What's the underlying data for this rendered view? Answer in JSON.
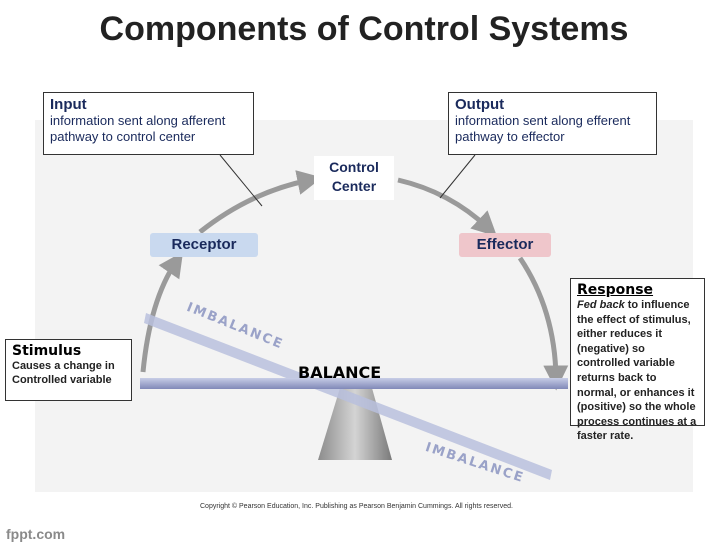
{
  "title": "Components of Control Systems",
  "input": {
    "heading": "Input",
    "text": "information sent along afferent pathway to control center"
  },
  "output": {
    "heading": "Output",
    "text": "information sent along efferent pathway to effector"
  },
  "control_center": {
    "line1": "Control",
    "line2": "Center"
  },
  "receptor": "Receptor",
  "effector": "Effector",
  "stimulus": {
    "heading": "Stimulus",
    "text": "Causes a change in Controlled variable"
  },
  "response": {
    "heading": "Response",
    "emph": "Fed back",
    "text": " to influence the effect of stimulus, either reduces it (negative) so controlled variable returns back to normal, or enhances it (positive) so the whole process continues at a faster rate."
  },
  "balance": "BALANCE",
  "imbalance_top": "IMBALANCE",
  "imbalance_bottom": "IMBALANCE",
  "copyright": "Copyright © Pearson Education, Inc. Publishing as Pearson Benjamin Cummings. All rights reserved.",
  "watermark": "fppt.com",
  "colors": {
    "receptor": "#c9d9ef",
    "effector": "#efc6cb",
    "arrow": "#9a9a9a",
    "text": "#1a2a5c"
  }
}
